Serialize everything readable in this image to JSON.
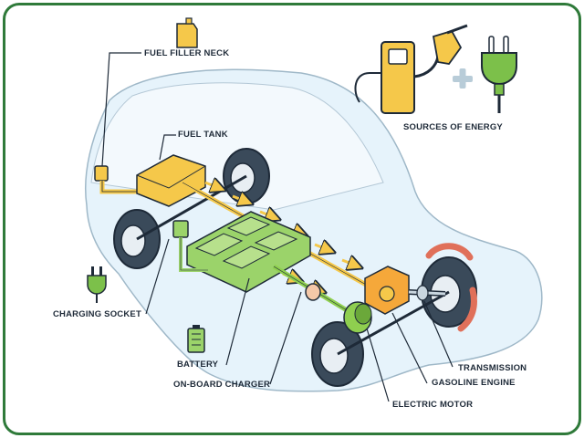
{
  "labels": {
    "fuel_filler_neck": "FUEL FILLER NECK",
    "fuel_tank": "FUEL TANK",
    "sources_of_energy": "SOURCES OF ENERGY",
    "charging_socket": "CHARGING SOCKET",
    "battery": "BATTERY",
    "on_board_charger": "ON-BOARD CHARGER",
    "transmission": "TRANSMISSION",
    "gasoline_engine": "GASOLINE ENGINE",
    "electric_motor": "ELECTRIC MOTOR"
  },
  "colors": {
    "frame": "#2f7a3a",
    "outline": "#1e2a38",
    "fuel": "#f5c84a",
    "battery": "#9bd36a",
    "motor": "#8fcf4f",
    "arrow_red": "#e0705a",
    "car_body": "#e6f3fb",
    "plug_green": "#7cc04a"
  },
  "icons": [
    "fuel-can-icon",
    "fuel-pump-icon",
    "plus-icon",
    "power-plug-icon",
    "battery-icon"
  ]
}
